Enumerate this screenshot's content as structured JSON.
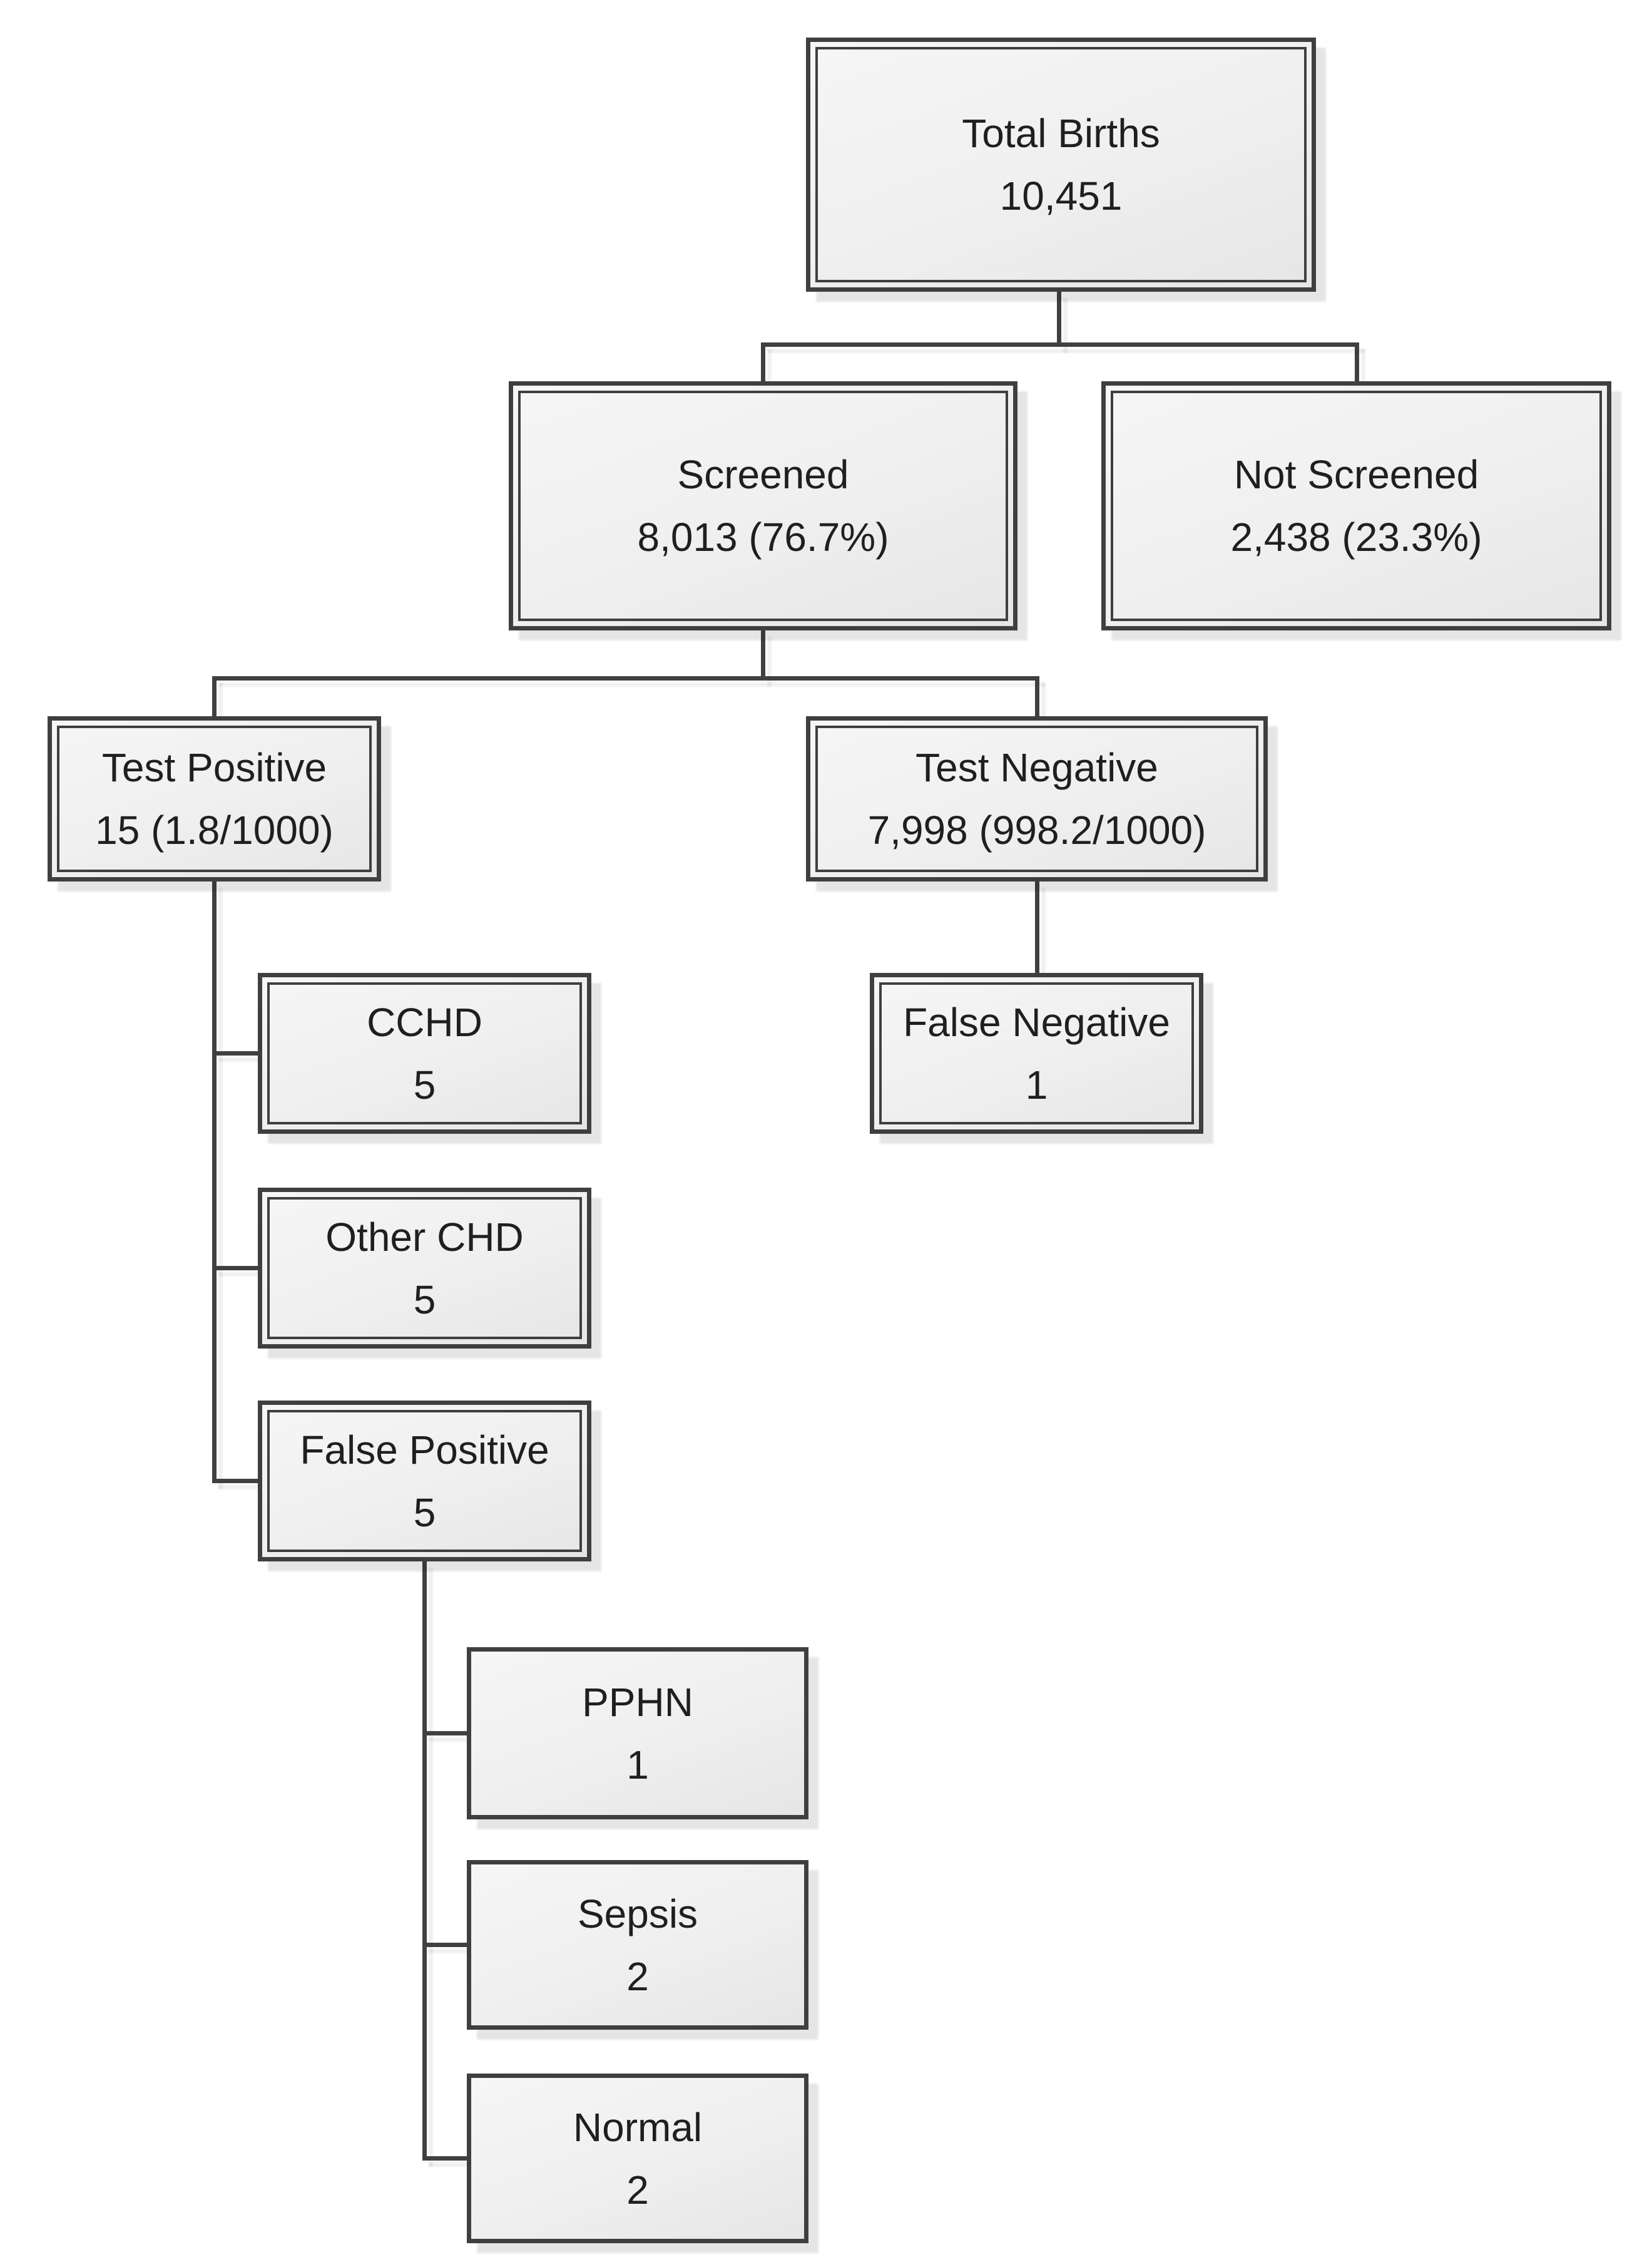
{
  "diagram": {
    "type": "flowchart",
    "background": "#ffffff"
  },
  "nodes": {
    "total_births": {
      "label": "Total Births",
      "value": "10,451"
    },
    "screened": {
      "label": "Screened",
      "value": "8,013 (76.7%)"
    },
    "not_screened": {
      "label": "Not Screened",
      "value": "2,438 (23.3%)"
    },
    "test_positive": {
      "label": "Test Positive",
      "value": "15 (1.8/1000)"
    },
    "test_negative": {
      "label": "Test Negative",
      "value": "7,998 (998.2/1000)"
    },
    "cchd": {
      "label": "CCHD",
      "value": "5"
    },
    "other_chd": {
      "label": "Other CHD",
      "value": "5"
    },
    "false_positive": {
      "label": "False Positive",
      "value": "5"
    },
    "false_negative": {
      "label": "False Negative",
      "value": "1"
    },
    "pphn": {
      "label": "PPHN",
      "value": "1"
    },
    "sepsis": {
      "label": "Sepsis",
      "value": "2"
    },
    "normal": {
      "label": "Normal",
      "value": "2"
    }
  },
  "edges": [
    {
      "from": "total_births",
      "to": "screened"
    },
    {
      "from": "total_births",
      "to": "not_screened"
    },
    {
      "from": "screened",
      "to": "test_positive"
    },
    {
      "from": "screened",
      "to": "test_negative"
    },
    {
      "from": "test_positive",
      "to": "cchd"
    },
    {
      "from": "test_positive",
      "to": "other_chd"
    },
    {
      "from": "test_positive",
      "to": "false_positive"
    },
    {
      "from": "test_negative",
      "to": "false_negative"
    },
    {
      "from": "false_positive",
      "to": "pphn"
    },
    {
      "from": "false_positive",
      "to": "sepsis"
    },
    {
      "from": "false_positive",
      "to": "normal"
    }
  ],
  "colors": {
    "box_border": "#3f3f3f",
    "connector": "#404040",
    "text": "#1f1f1f",
    "background": "#ffffff",
    "box_fill_light": "#f6f6f6",
    "box_fill_dark": "#e6e6e6"
  }
}
